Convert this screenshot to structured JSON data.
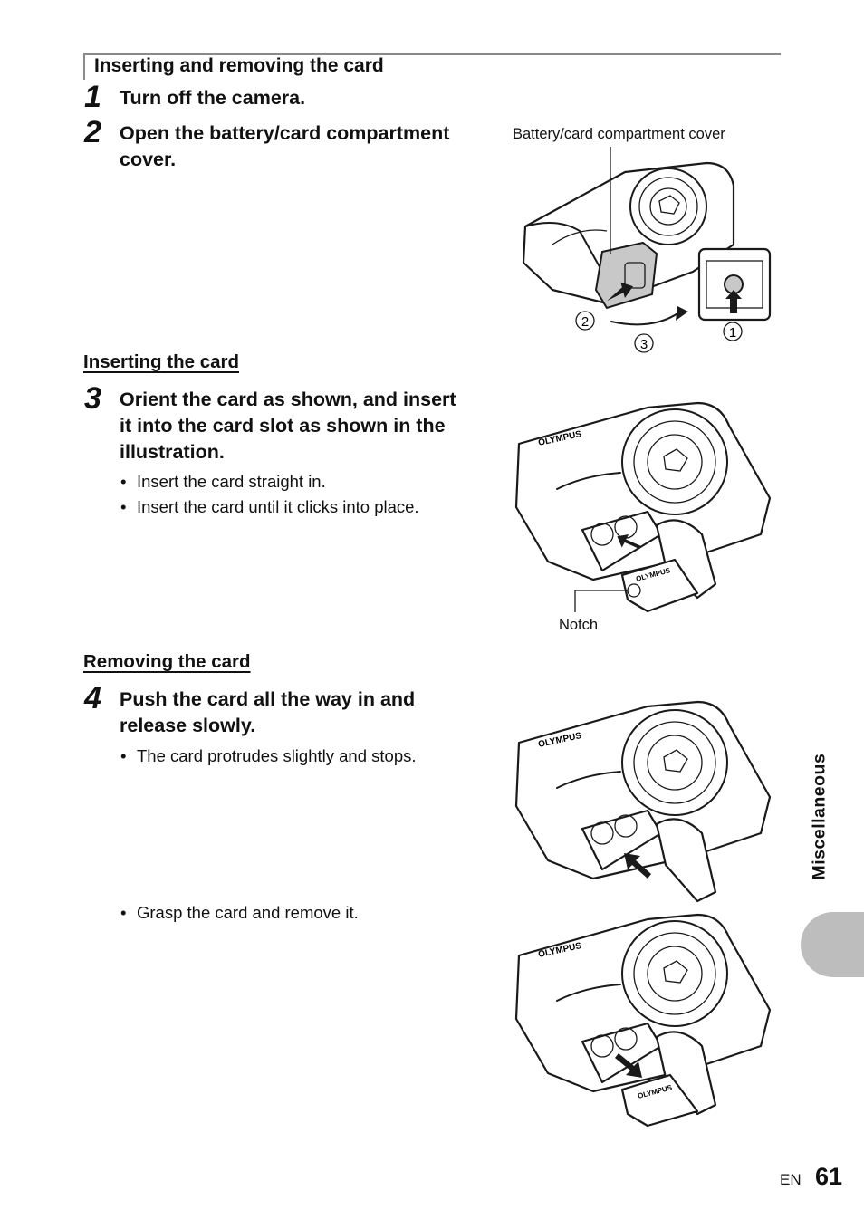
{
  "section": {
    "title": "Inserting and removing the card"
  },
  "steps": [
    {
      "num": "1",
      "text": "Turn off the camera."
    },
    {
      "num": "2",
      "text_l1": "Open the battery/card compartment",
      "text_l2": "cover."
    },
    {
      "num": "3",
      "text_l1": "Orient the card as shown, and insert",
      "text_l2": "it into the card slot as shown in the",
      "text_l3": "illustration.",
      "bullets": [
        "Insert the card straight in.",
        "Insert the card until it clicks into place."
      ]
    },
    {
      "num": "4",
      "text_l1": "Push the card all the way in and",
      "text_l2": "release slowly.",
      "bullets": [
        "The card protrudes slightly and stops.",
        "Grasp the card and remove it."
      ]
    }
  ],
  "subheads": {
    "inserting": "Inserting the card",
    "removing": "Removing the card"
  },
  "figures": {
    "cover_caption": "Battery/card compartment cover",
    "callouts": [
      "1",
      "2",
      "3"
    ],
    "notch_caption": "Notch",
    "brand": "OLYMPUS"
  },
  "side_tab": {
    "label": "Miscellaneous"
  },
  "footer": {
    "lang": "EN",
    "page": "61"
  }
}
